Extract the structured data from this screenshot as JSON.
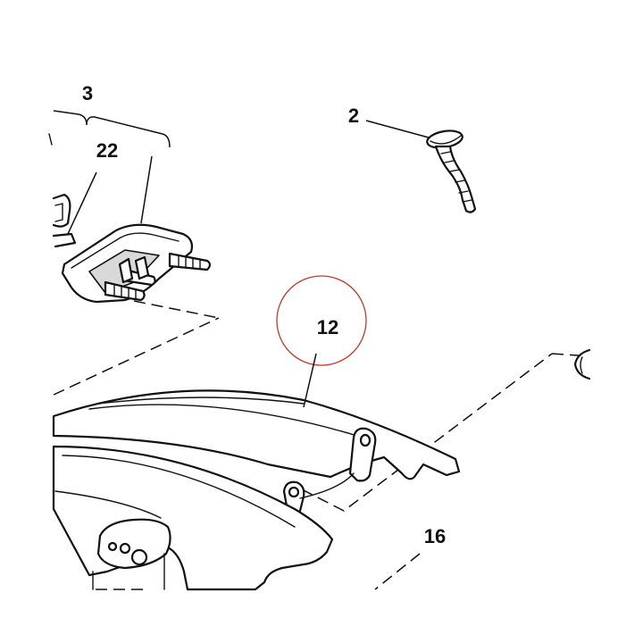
{
  "callouts": {
    "part_3": "3",
    "part_22": "22",
    "part_2": "2",
    "part_12": "12",
    "part_16": "16"
  },
  "highlight": {
    "target": "12",
    "circle_color": "#c0392b"
  },
  "colors": {
    "line": "#111111",
    "background": "#ffffff",
    "shade": "#d9d9d9"
  }
}
